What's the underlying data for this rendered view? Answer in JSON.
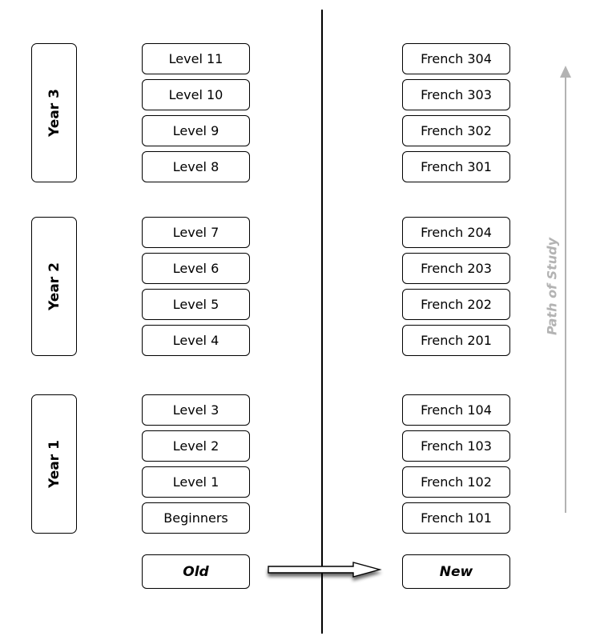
{
  "years": [
    {
      "label": "Year 3"
    },
    {
      "label": "Year 2"
    },
    {
      "label": "Year 1"
    }
  ],
  "old_levels": [
    "Level 11",
    "Level 10",
    "Level 9",
    "Level 8",
    "Level 7",
    "Level 6",
    "Level 5",
    "Level 4",
    "Level 3",
    "Level 2",
    "Level 1",
    "Beginners"
  ],
  "new_courses": [
    "French 304",
    "French 303",
    "French 302",
    "French 301",
    "French 204",
    "French 203",
    "French 202",
    "French 201",
    "French 104",
    "French 103",
    "French 102",
    "French 101"
  ],
  "footer": {
    "old_label": "Old",
    "new_label": "New"
  },
  "path_label": "Path of Study",
  "colors": {
    "path_arrow": "#b3b3b3",
    "border": "#000000"
  }
}
